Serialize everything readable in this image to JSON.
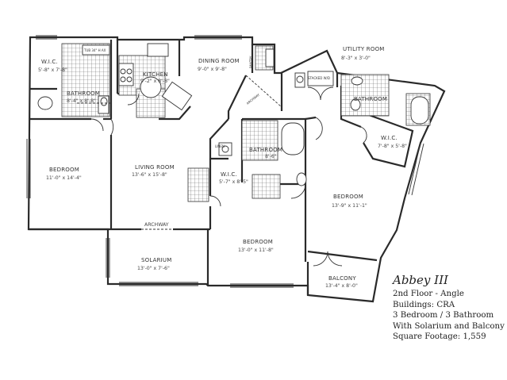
{
  "plan": {
    "name": "Abbey III",
    "details": [
      "2nd Floor - Angle",
      "Buildings: CRA",
      "3 Bedroom / 3 Bathroom",
      "With Solarium and Balcony",
      "Square Footage:  1,559"
    ]
  },
  "rooms": {
    "wic_left": {
      "label": "W.I.C.",
      "dim": "5'-8\" x 7'-8\""
    },
    "bath_left": {
      "label": "BATHROOM",
      "dim": "8'-4\" x 8'-8\""
    },
    "kitchen": {
      "label": "KITCHEN",
      "dim": "9'-2\" x 8'-8\""
    },
    "dining": {
      "label": "DINING ROOM",
      "dim": "9'-0\" x 9'-8\""
    },
    "utility": {
      "label": "UTILITY ROOM",
      "dim": "8'-3\" x 3'-0\""
    },
    "bath_right": {
      "label": "BATHROOM",
      "dim": ""
    },
    "wic_right": {
      "label": "W.I.C.",
      "dim": "7'-8\" x 5'-8\""
    },
    "bedroom_left": {
      "label": "BEDROOM",
      "dim": "11'-0\" x 14'-4\""
    },
    "living": {
      "label": "LIVING ROOM",
      "dim": "13'-6\" x 15'-8\""
    },
    "bath_mid": {
      "label": "BATHROOM",
      "dim": "8'-6\""
    },
    "wic_mid": {
      "label": "W.I.C.",
      "dim": "5'-7\" x 8'-5\""
    },
    "bedroom_right": {
      "label": "BEDROOM",
      "dim": "13'-9\" x 11'-1\""
    },
    "bedroom_mid": {
      "label": "BEDROOM",
      "dim": "13'-0\" x 11'-8\""
    },
    "solarium": {
      "label": "SOLARIUM",
      "dim": "13'-0\" x 7'-6\""
    },
    "balcony": {
      "label": "BALCONY",
      "dim": "13'-4\" x 8'-0\""
    }
  },
  "annotations": {
    "archway_main": "ARCHWAY",
    "archway_hall": "ARCHWAY",
    "pantry": "PANTRY",
    "linen": "LINEN",
    "stacked_wd": "STACKED W/D"
  }
}
